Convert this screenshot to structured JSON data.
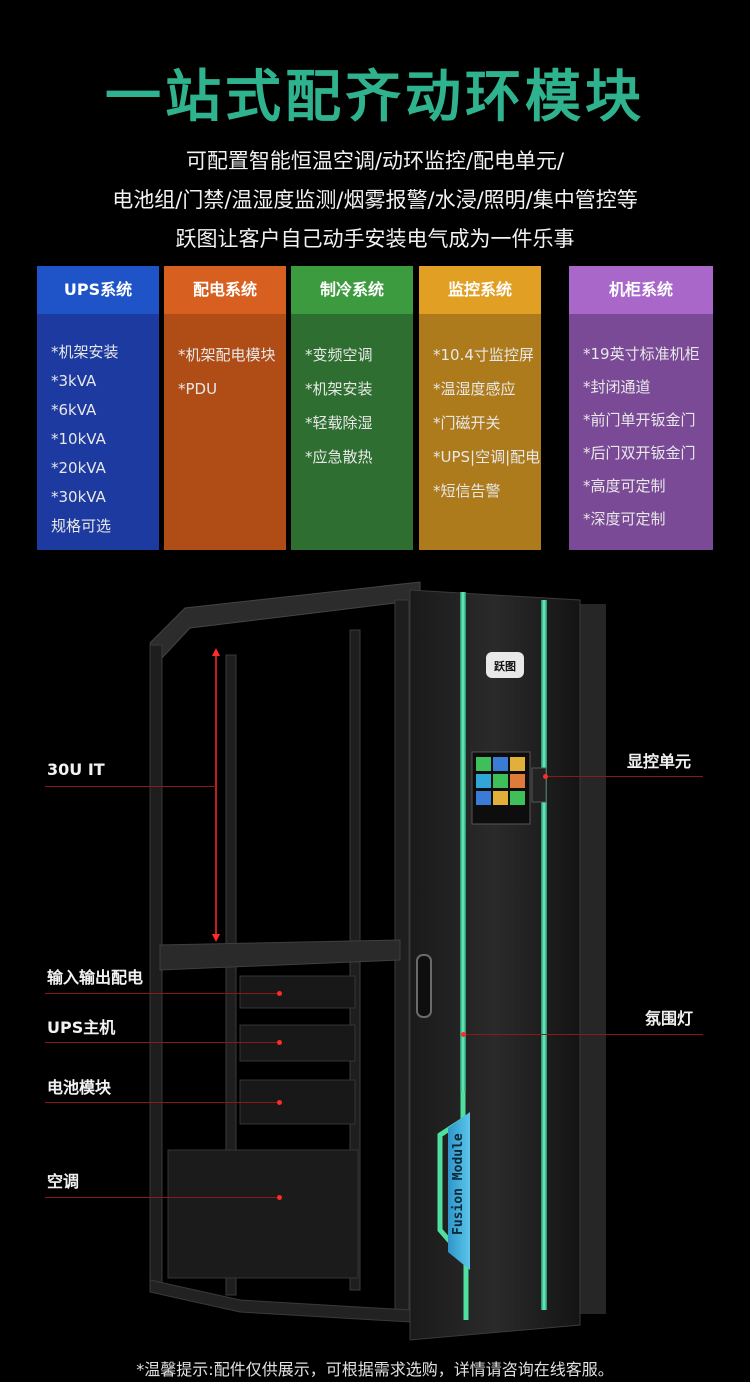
{
  "title": "一站式配齐动环模块",
  "subtitle": [
    "可配置智能恒温空调/动环监控/配电单元/",
    "电池组/门禁/温湿度监测/烟雾报警/水浸/照明/集中管控等",
    "跃图让客户自己动手安装电气成为一件乐事"
  ],
  "cards": [
    {
      "title": "UPS系统",
      "items": [
        "*机架安装",
        "*3kVA",
        "*6kVA",
        "*10kVA",
        "*20kVA",
        "*30kVA",
        "规格可选"
      ]
    },
    {
      "title": "配电系统",
      "items": [
        "*机架配电模块",
        "*PDU"
      ]
    },
    {
      "title": "制冷系统",
      "items": [
        "*变频空调",
        "*机架安装",
        "*轻载除湿",
        "*应急散热"
      ]
    },
    {
      "title": "监控系统",
      "items": [
        "*10.4寸监控屏",
        "*温湿度感应",
        "*门磁开关",
        "*UPS|空调|配电",
        "*短信告警"
      ]
    },
    {
      "title": "机柜系统",
      "items": [
        "*19英寸标准机柜",
        "*封闭通道",
        "*前门单开钣金门",
        "*后门双开钣金门",
        "*高度可定制",
        "*深度可定制"
      ]
    }
  ],
  "cabinet": {
    "logo_text": "跃图",
    "door_label": "Fusion Module"
  },
  "callouts": {
    "it": "30U IT",
    "io_power": "输入输出配电",
    "ups": "UPS主机",
    "battery": "电池模块",
    "ac": "空调",
    "display": "显控单元",
    "ambient": "氛围灯"
  },
  "footer": "*温馨提示:配件仅供展示，可根据需求选购，详情请咨询在线客服。",
  "colors": {
    "title": "#2fb38f",
    "ups": "#1f54c8",
    "power": "#d75f1f",
    "cooling": "#3c9a3f",
    "monitor": "#e1a024",
    "cabinet": "#a867c9",
    "ambient_light": "#4fe0a0"
  }
}
